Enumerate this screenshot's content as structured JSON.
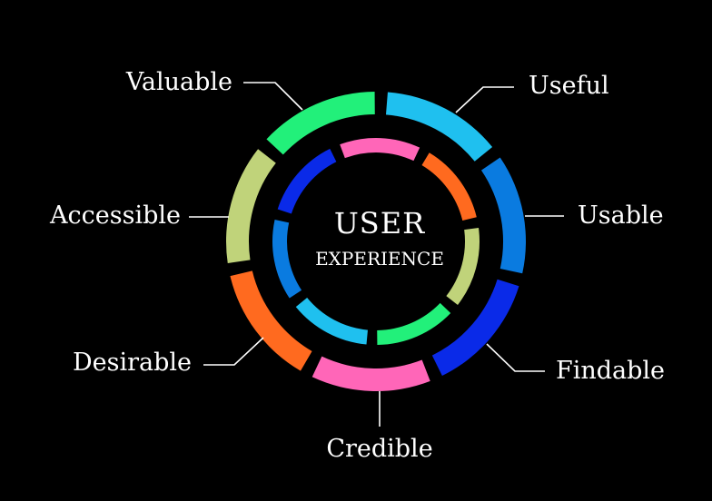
{
  "center": {
    "title": "USER",
    "subtitle": "EXPERIENCE"
  },
  "facets": [
    {
      "key": "useful",
      "label": "Useful",
      "color": "#1FC0EF"
    },
    {
      "key": "usable",
      "label": "Usable",
      "color": "#0A7BE0"
    },
    {
      "key": "findable",
      "label": "Findable",
      "color": "#0A2AE8"
    },
    {
      "key": "credible",
      "label": "Credible",
      "color": "#FF66B8"
    },
    {
      "key": "desirable",
      "label": "Desirable",
      "color": "#FF6A1F"
    },
    {
      "key": "accessible",
      "label": "Accessible",
      "color": "#C0D37A"
    },
    {
      "key": "valuable",
      "label": "Valuable",
      "color": "#22F07A"
    }
  ],
  "inner_ring_colors": [
    "#FF6A1F",
    "#C0D37A",
    "#22F07A",
    "#1FC0EF",
    "#0A7BE0",
    "#0A2AE8",
    "#FF66B8"
  ]
}
